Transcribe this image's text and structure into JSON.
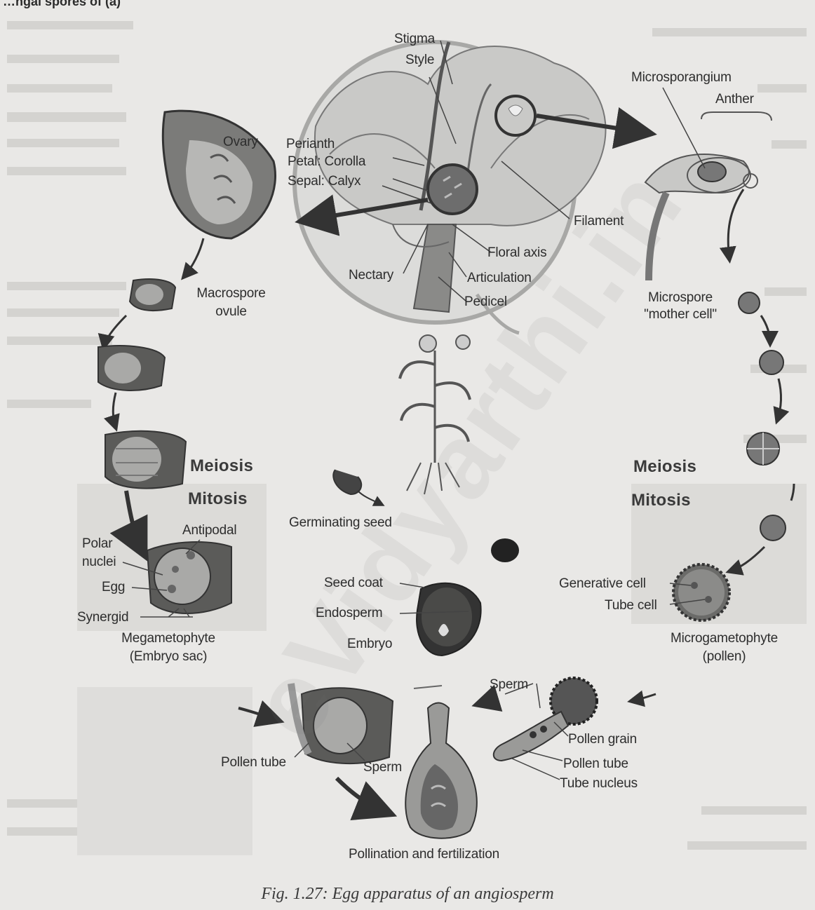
{
  "figure": {
    "caption": "Fig. 1.27: Egg apparatus of an angiosperm",
    "corner_fragment": "…ngal spores of (a)"
  },
  "watermark": "eVidyarthi.in",
  "flower": {
    "stigma": "Stigma",
    "style": "Style",
    "ovary": "Ovary",
    "perianth": "Perianth",
    "petal": "Petal: Corolla",
    "sepal": "Sepal: Calyx",
    "filament": "Filament",
    "floral_axis": "Floral axis",
    "nectary": "Nectary",
    "articulation": "Articulation",
    "pedicel": "Pedicel"
  },
  "male": {
    "microsporangium": "Microsporangium",
    "anther": "Anther",
    "microspore_line1": "Microspore",
    "microspore_line2": "\"mother cell\"",
    "meiosis": "Meiosis",
    "mitosis": "Mitosis",
    "generative_cell": "Generative cell",
    "tube_cell": "Tube cell",
    "microgametophyte_line1": "Microgametophyte",
    "microgametophyte_line2": "(pollen)"
  },
  "female": {
    "macrospore_line1": "Macrospore",
    "macrospore_line2": "ovule",
    "meiosis": "Meiosis",
    "mitosis": "Mitosis",
    "antipodal": "Antipodal",
    "polar_line1": "Polar",
    "polar_line2": "nuclei",
    "egg": "Egg",
    "synergid": "Synergid",
    "megagametophyte_line1": "Megametophyte",
    "megagametophyte_line2": "(Embryo sac)"
  },
  "seed": {
    "germinating": "Germinating seed",
    "seed_coat": "Seed coat",
    "endosperm": "Endosperm",
    "embryo": "Embryo"
  },
  "fertilization": {
    "sperm_top": "Sperm",
    "pollen_grain": "Pollen grain",
    "pollen_tube_right": "Pollen tube",
    "tube_nucleus": "Tube nucleus",
    "pollen_tube_left": "Pollen tube",
    "sperm_left": "Sperm",
    "title": "Pollination and fertilization"
  }
}
